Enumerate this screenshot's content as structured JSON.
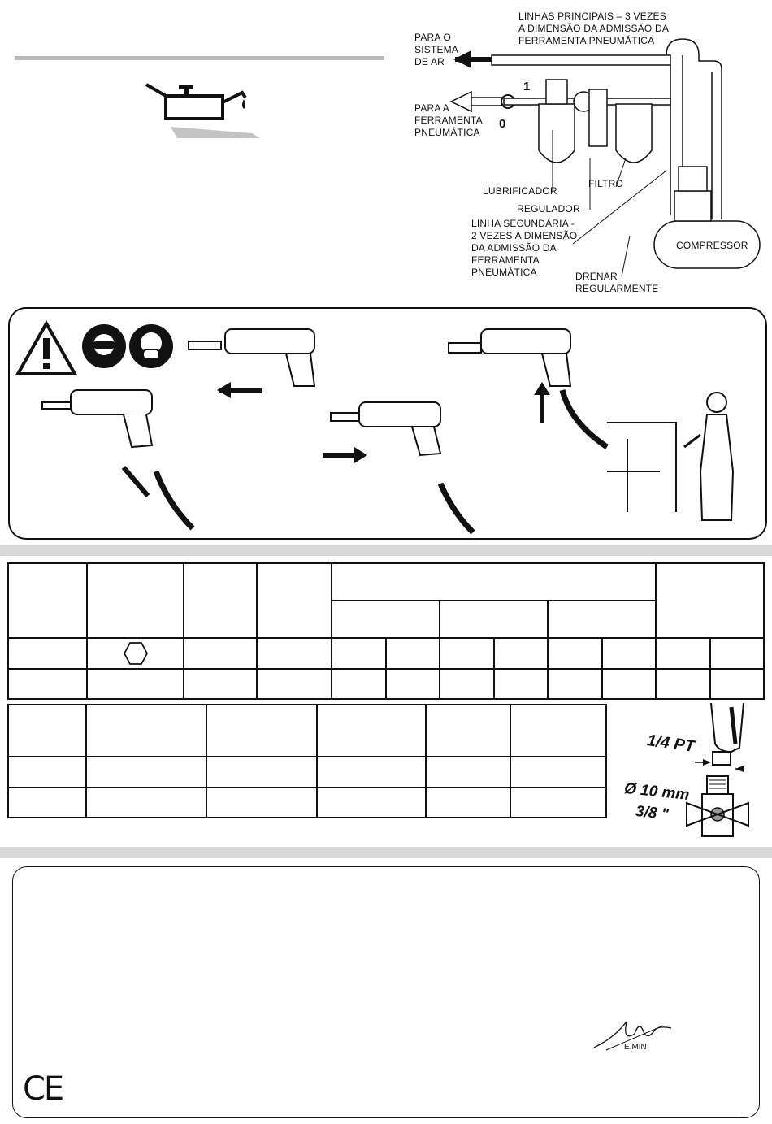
{
  "air_system": {
    "main_lines_label": "LINHAS PRINCIPAIS – 3 VEZES\nA DIMENSÃO DA ADMISSÃO DA\nFERRAMENTA PNEUMÁTICA",
    "to_air_system_label": "PARA O\nSISTEMA\nDE AR",
    "to_tool_label": "PARA A\nFERRAMENTA\nPNEUMÁTICA",
    "valve_on": "1",
    "valve_off": "0",
    "lubricator_label": "LUBRIFICADOR",
    "filter_label": "FILTRO",
    "regulator_label": "REGULADOR",
    "secondary_line_label": "LINHA SECUNDÁRIA -\n2 VEZES A DIMENSÃO\nDA ADMISSÃO DA\nFERRAMENTA\nPNEUMÁTICA",
    "compressor_label": "COMPRESSOR",
    "drain_label": "DRENAR\nREGULARMENTE"
  },
  "connection": {
    "thread_label": "1/4 PT",
    "hose_diameter_label": "Ø 10 mm",
    "hose_inch_label": "3/8 \""
  },
  "declaration": {
    "signature_name": "E.MIN",
    "ce_mark": "CE"
  },
  "icons": [
    "oil-can-icon",
    "warning-triangle-icon",
    "safety-goggles-icon",
    "respirator-mask-icon",
    "hexagon-icon",
    "ce-mark-icon"
  ]
}
